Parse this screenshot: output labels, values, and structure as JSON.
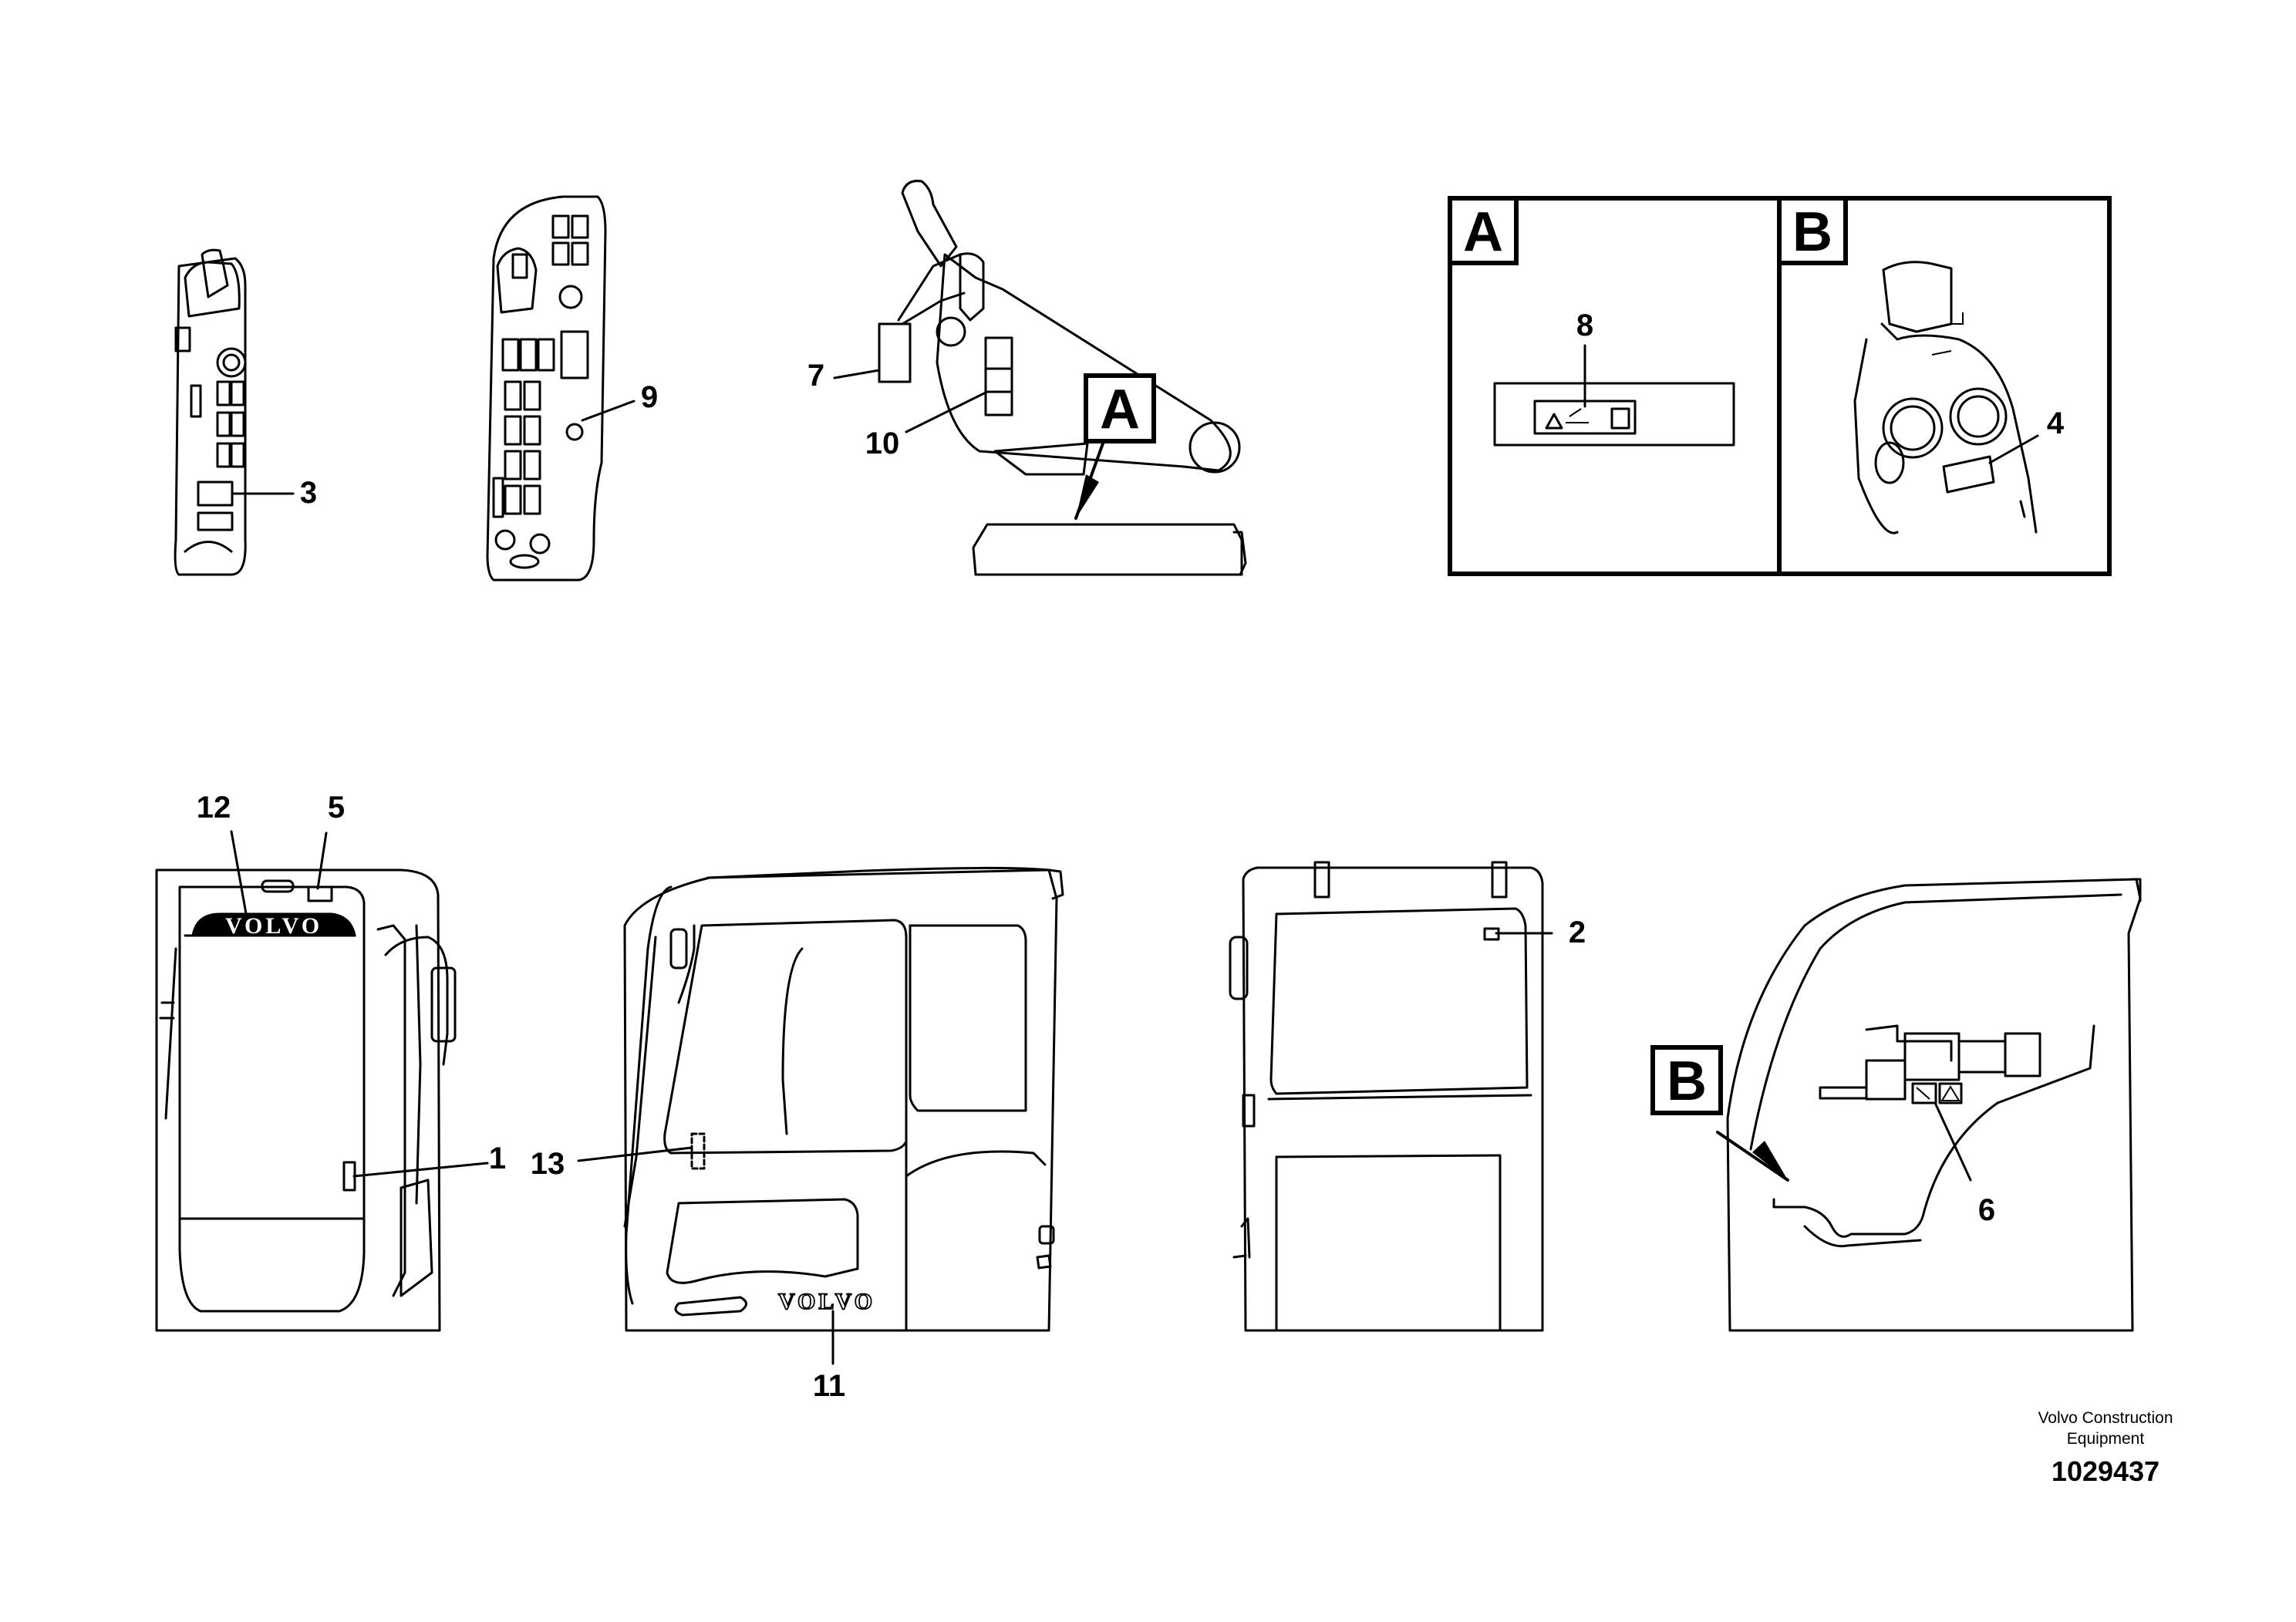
{
  "callouts": {
    "c1": "1",
    "c2": "2",
    "c3": "3",
    "c4": "4",
    "c5": "5",
    "c6": "6",
    "c7": "7",
    "c8": "8",
    "c9": "9",
    "c10": "10",
    "c11": "11",
    "c12": "12",
    "c13": "13"
  },
  "detail_letters": {
    "a_box": "A",
    "b_box": "B",
    "a_pointer": "A",
    "b_pointer": "B"
  },
  "brand": {
    "front_logo": "VOLVO",
    "side_logo": "VOLVO"
  },
  "footer": {
    "company_line1": "Volvo Construction",
    "company_line2": "Equipment",
    "doc_number": "1029437"
  }
}
